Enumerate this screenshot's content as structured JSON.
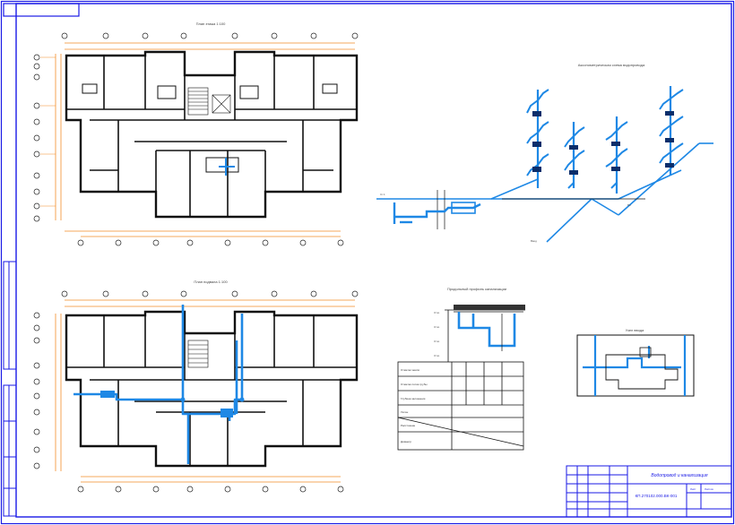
{
  "sheet": {
    "title_block": {
      "line1": "Водопровод и канализация",
      "line2": "КП.270102.000.ВК-001",
      "sheet_label": "Лист",
      "sheets_label": "Листов"
    }
  },
  "drawings": {
    "plan_top_title": "План этажа 1:100",
    "plan_bottom_title": "План подвала 1:100",
    "axonometric_title": "Аксонометрическая схема водопровода",
    "profile_title": "Продольный профиль канализации",
    "detail_title": "Узел ввода"
  },
  "profile_table": {
    "rows": [
      "Отметки земли",
      "Отметки лотка трубы",
      "Глубина заложения",
      "Уклон",
      "Расстояние",
      "Диаметр"
    ]
  },
  "colors": {
    "frame": "#1a1ae6",
    "wall": "#111111",
    "dimension": "#f28c28",
    "pipe": "#1e88e5"
  }
}
